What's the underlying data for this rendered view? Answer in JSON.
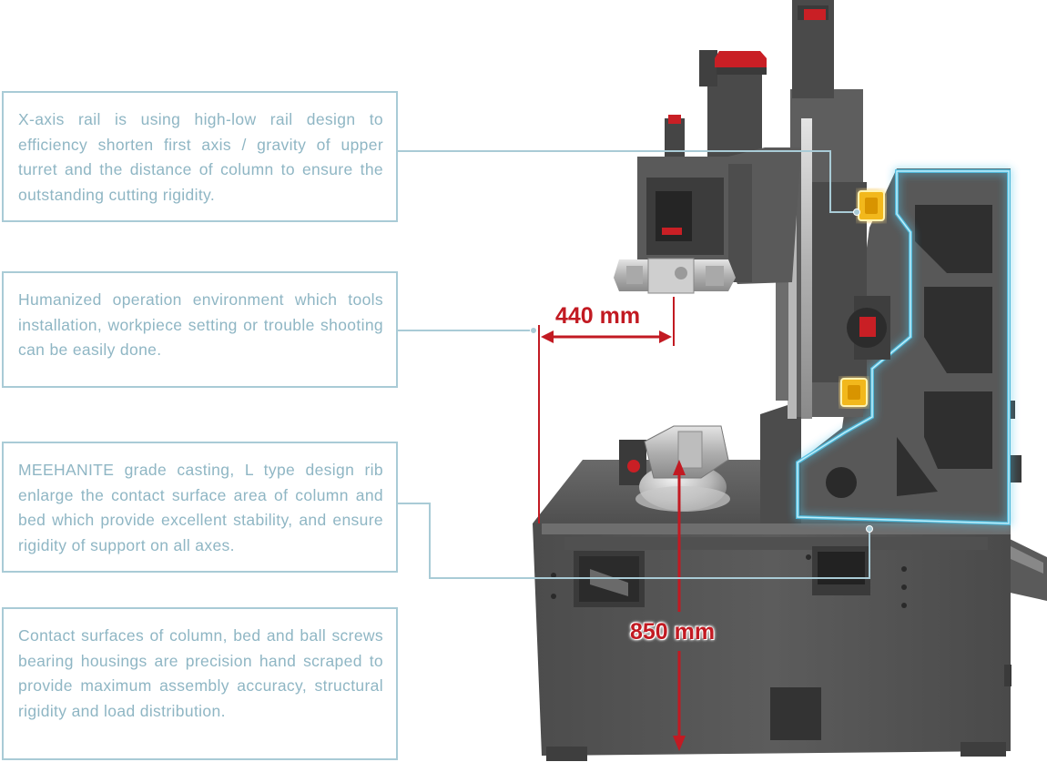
{
  "callouts": [
    {
      "text": "X-axis rail is using high-low rail design to efficiency shorten first axis / gravity of upper turret and the distance of column to ensure the outstanding cutting rigidity."
    },
    {
      "text": "Humanized operation environment which tools installation, workpiece setting or trouble shooting can be easily done."
    },
    {
      "text": "MEEHANITE grade casting, L type design rib enlarge the contact surface area of column and bed which provide excellent stability, and ensure rigidity of support on all axes."
    },
    {
      "text": "Contact surfaces of column, bed and ball screws bearing housings are precision hand scraped to provide maximum assembly accuracy, structural rigidity and load distribution."
    }
  ],
  "dimensions": {
    "width_label": "440 mm",
    "height_label": "850 mm"
  },
  "colors": {
    "callout_border": "#a9cbd6",
    "callout_text": "#8fb6c4",
    "dimension": "#c21a22",
    "machine_body": "#575757",
    "glow_outline": "#4fc3e8",
    "highlight": "#f2b81c"
  }
}
